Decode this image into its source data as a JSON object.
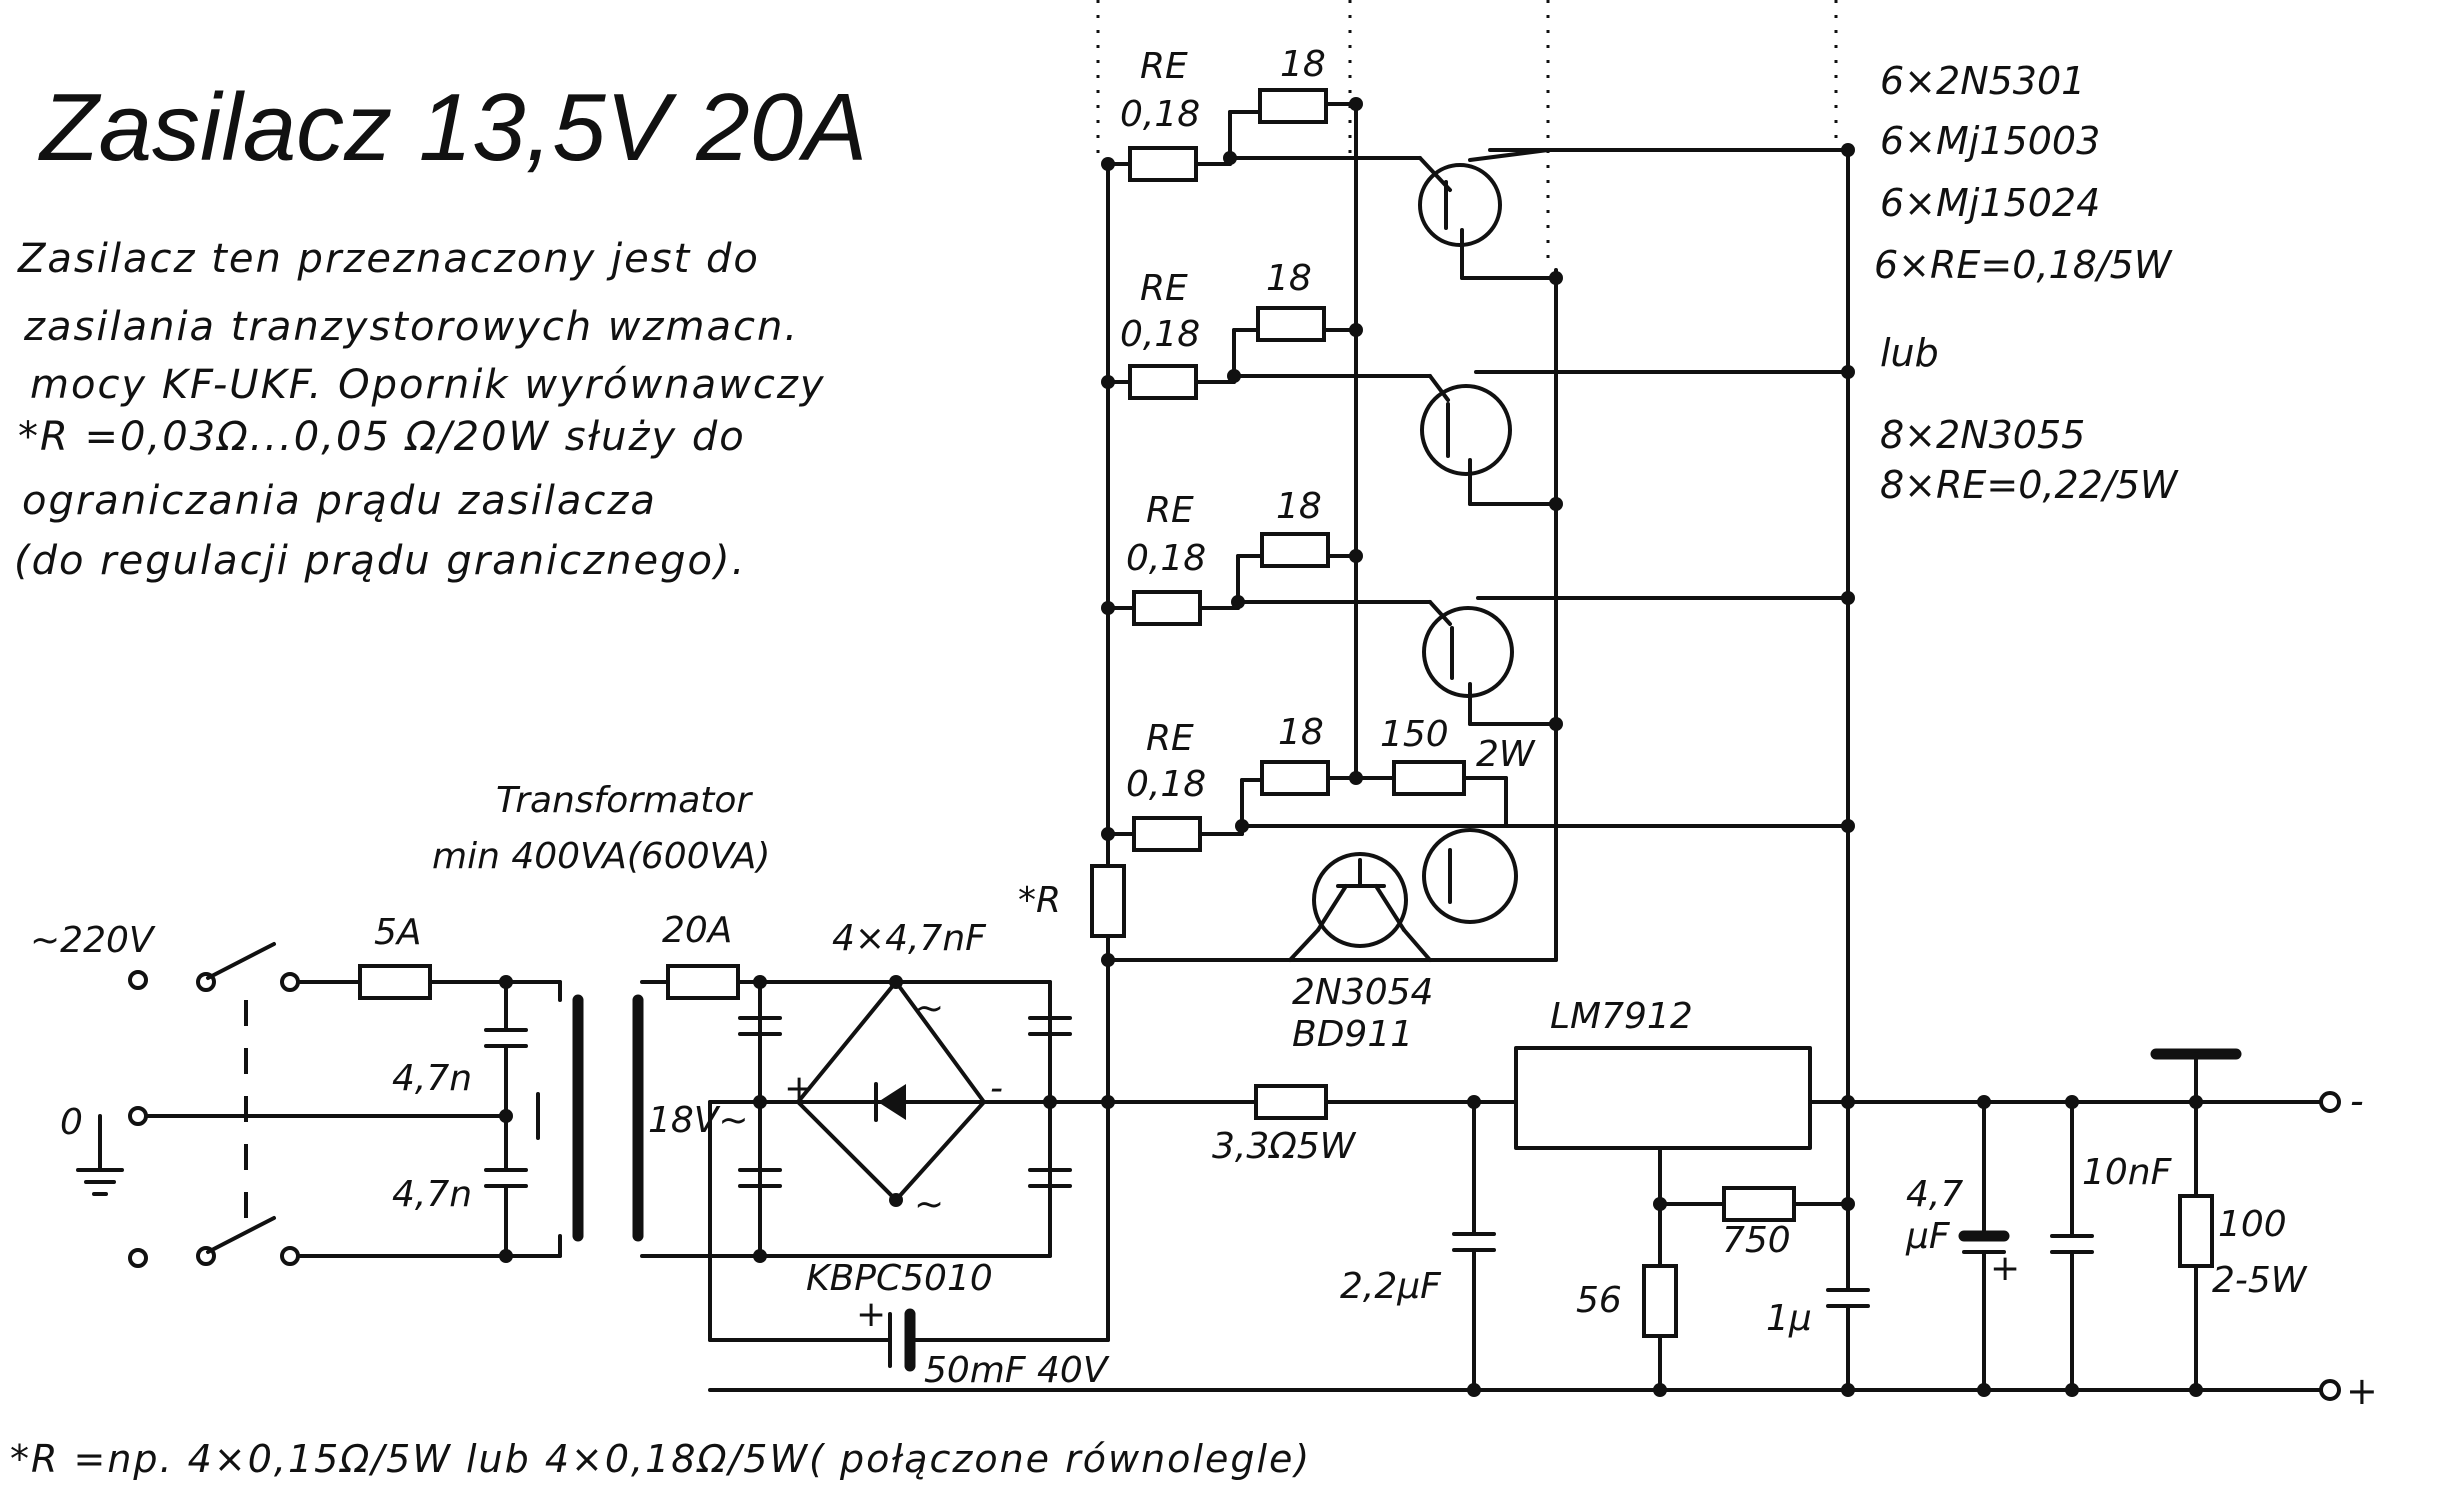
{
  "title": "Zasilacz  13,5V 20A",
  "description": [
    "Zasilacz ten przeznaczony jest do",
    "zasilania tranzystorowych wzmacn.",
    "mocy KF-UKF. Opornik wyrównawczy",
    "*R =0,03Ω...0,05 Ω/20W służy do",
    "ograniczania prądu zasilacza",
    "(do regulacji prądu granicznego)."
  ],
  "parts_list": [
    "6×2N5301",
    "6×Mj15003",
    "6×Mj15024",
    "6×RE=0,18/5W",
    "lub",
    "8×2N3055",
    "8×RE=0,22/5W"
  ],
  "transformer": {
    "label": "Transformator",
    "rating": "min 400VA(600VA)"
  },
  "labels": {
    "re": "RE",
    "re_val": "0,18",
    "r18": "18",
    "r150": "150",
    "r2w": "2W",
    "r_star": "*R",
    "mains": "~220V",
    "zero": "0",
    "fuse1": "5A",
    "fuse2": "20A",
    "cap_filter": "4,7n",
    "cap_filter2": "4,7n",
    "sec_voltage": "18V~",
    "bridge_caps": "4×4,7nF",
    "plus": "+",
    "minus": "-",
    "tilde": "~",
    "bridge": "KBPC5010",
    "main_cap": "50mF 40V",
    "drv1": "2N3054",
    "drv2": "BD911",
    "r_series": "3,3Ω5W",
    "regulator": "LM7912",
    "c_22": "2,2μF",
    "r56": "56",
    "r750": "750",
    "c_1u": "1μ",
    "c_47": "4,7",
    "c_47u": "μF",
    "c_10n": "10nF",
    "r100": "100",
    "r100w": "2-5W",
    "out_minus": "-",
    "out_plus": "+"
  },
  "footnote": "*R =np. 4×0,15Ω/5W lub 4×0,18Ω/5W( połączone równolegle)"
}
